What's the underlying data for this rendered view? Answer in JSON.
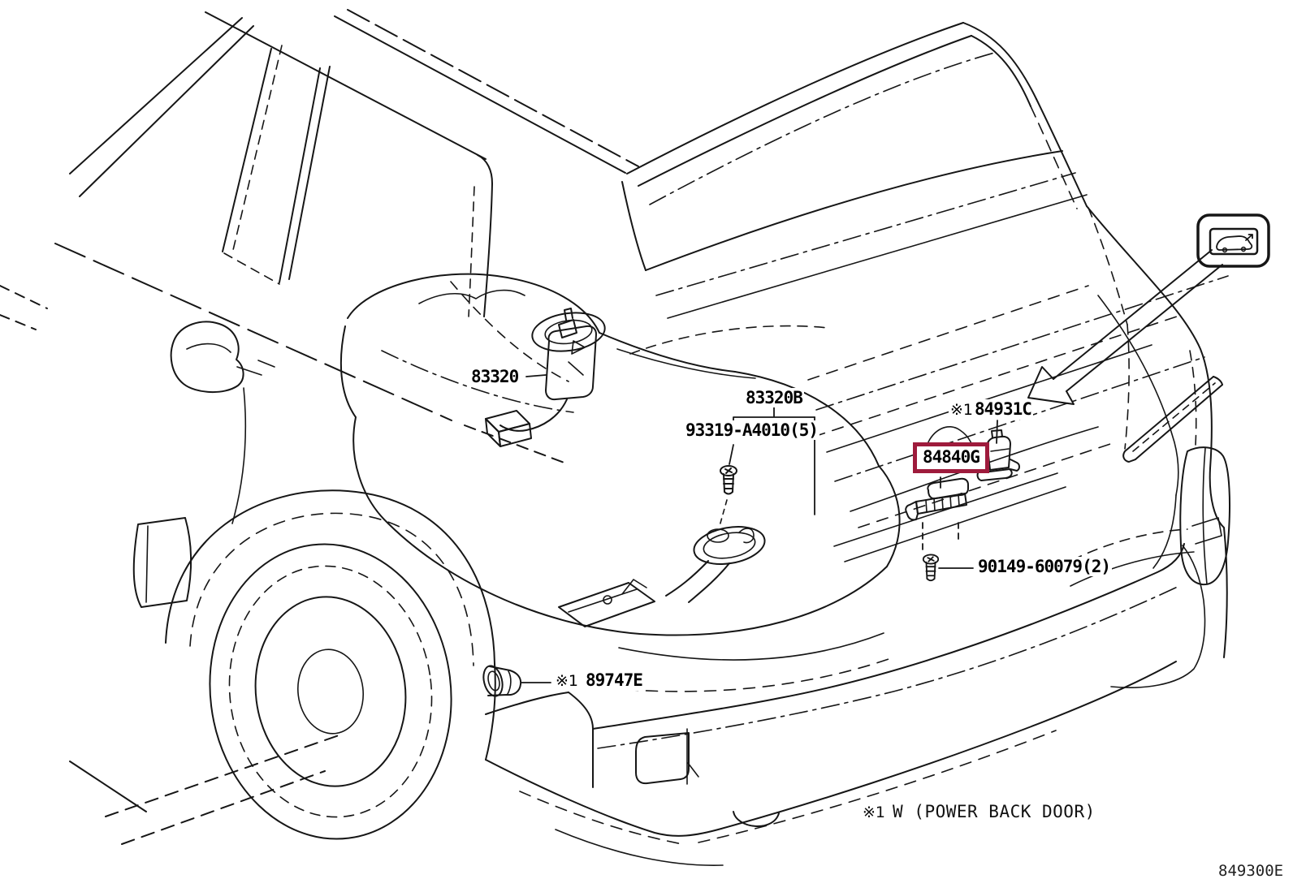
{
  "diagram": {
    "code": "849300E",
    "highlight_color": "#9e1b3c",
    "line_color": "#161616",
    "footnote": {
      "prefix": "※1",
      "text": "W (POWER BACK DOOR)"
    }
  },
  "parts": [
    {
      "number": "83320",
      "prefix": "",
      "highlighted": false
    },
    {
      "number": "83320B",
      "prefix": "",
      "highlighted": false
    },
    {
      "number": "93319-A4010(5)",
      "prefix": "",
      "highlighted": false
    },
    {
      "number": "84931C",
      "prefix": "※1",
      "highlighted": false
    },
    {
      "number": "84840G",
      "prefix": "",
      "highlighted": true
    },
    {
      "number": "90149-60079(2)",
      "prefix": "",
      "highlighted": false
    },
    {
      "number": "89747E",
      "prefix": "※1",
      "highlighted": false
    }
  ],
  "icons": {
    "power_back_door_switch_icon": "car-with-open-tailgate-button"
  }
}
